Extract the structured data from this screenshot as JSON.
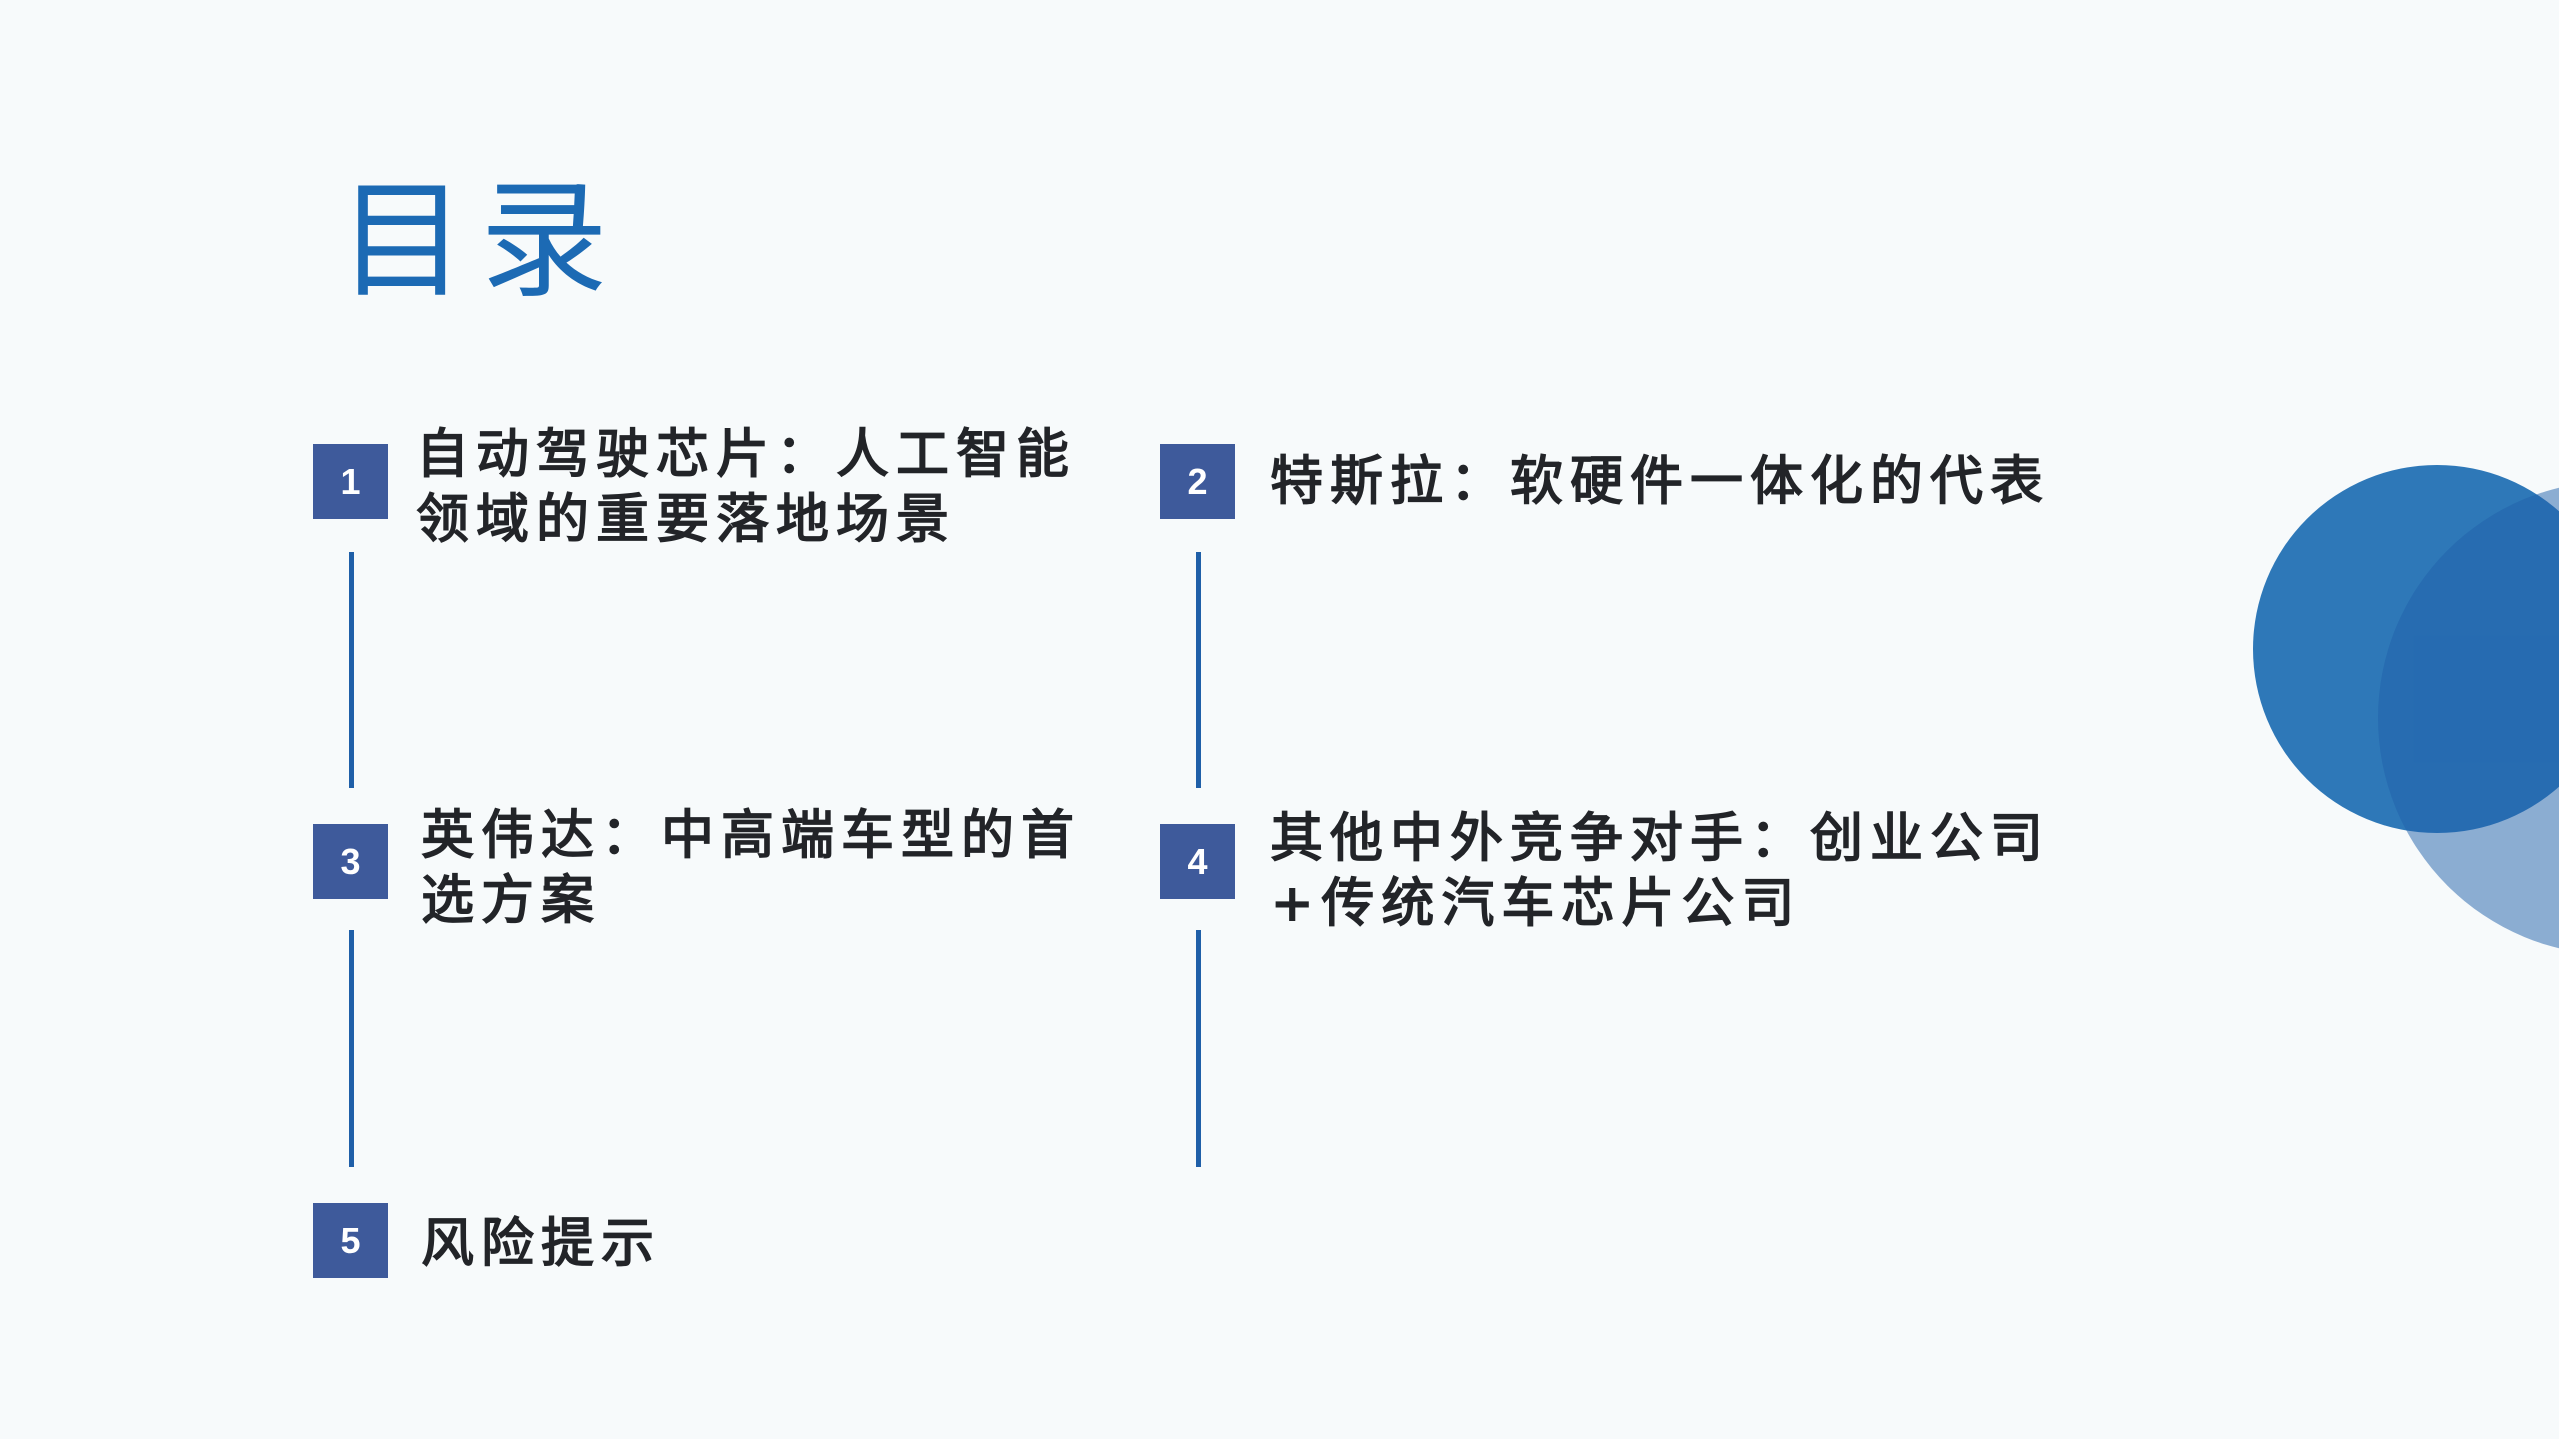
{
  "title": "目录",
  "colors": {
    "title": "#1c6ab4",
    "badge": "#3e5a9b",
    "connector": "#1f5fa8",
    "circle_dark": "#2e78b8",
    "circle_light": "#8bacd2"
  },
  "items": [
    {
      "number": "1",
      "lines": [
        "自动驾驶芯片：人工智能",
        "领域的重要落地场景"
      ]
    },
    {
      "number": "2",
      "lines": [
        "特斯拉：软硬件一体化的代表"
      ]
    },
    {
      "number": "3",
      "lines": [
        "英伟达：中高端车型的首",
        "选方案"
      ]
    },
    {
      "number": "4",
      "lines": [
        "其他中外竞争对手：创业公司",
        "+传统汽车芯片公司"
      ]
    },
    {
      "number": "5",
      "lines": [
        "风险提示"
      ]
    }
  ]
}
